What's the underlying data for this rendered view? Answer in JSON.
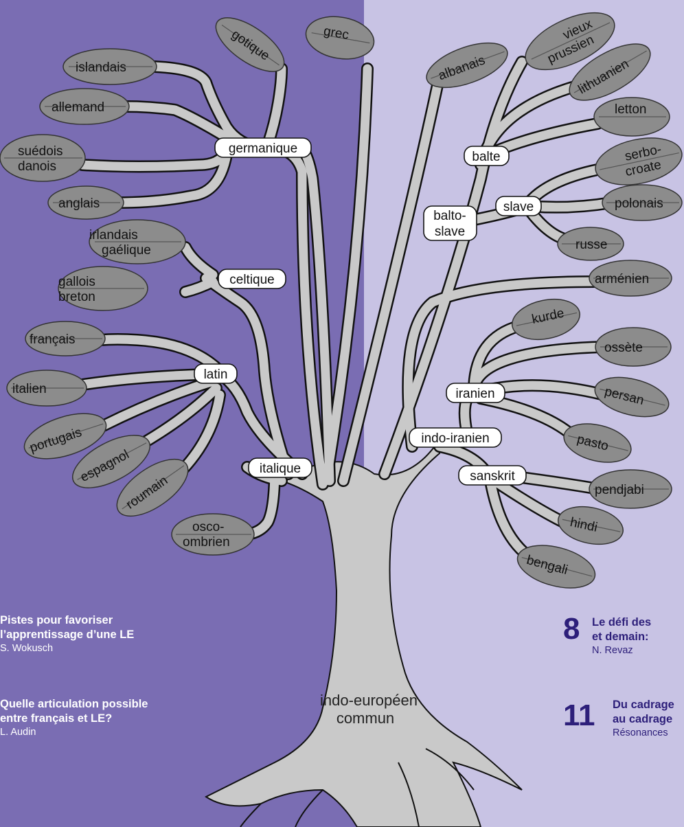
{
  "tree": {
    "root_label": [
      "indo-européen",
      "commun"
    ],
    "nodes": {
      "germanique": "germanique",
      "celtique": "celtique",
      "latin": "latin",
      "italique": "italique",
      "balte": "balte",
      "balto_slave": [
        "balto-",
        "slave"
      ],
      "slave": "slave",
      "iranien": "iranien",
      "indo_iranien": "indo-iranien",
      "sanskrit": "sanskrit"
    },
    "leaves": {
      "gotique": "gotique",
      "grec": "grec",
      "islandais": "islandais",
      "allemand": "allemand",
      "suedois_danois": [
        "suédois",
        "danois"
      ],
      "anglais": "anglais",
      "irlandais_gaelique": [
        "irlandais",
        "gaélique"
      ],
      "gallois_breton": [
        "gallois",
        "breton"
      ],
      "francais": "français",
      "italien": "italien",
      "portugais": "portugais",
      "espagnol": "espagnol",
      "roumain": "roumain",
      "osco_ombrien": [
        "osco-",
        "ombrien"
      ],
      "albanais": "albanais",
      "vieux_prussien": [
        "vieux",
        "prussien"
      ],
      "lithuanien": "lithuanien",
      "letton": "letton",
      "serbo_croate": [
        "serbo-",
        "croate"
      ],
      "polonais": "polonais",
      "russe": "russe",
      "armenien": "arménien",
      "kurde": "kurde",
      "ossete": "ossète",
      "persan": "persan",
      "pasto": "pasto",
      "pendjabi": "pendjabi",
      "hindi": "hindi",
      "bengali": "bengali"
    }
  },
  "articles_left": [
    {
      "title_line1": "Pistes pour favoriser",
      "title_line2": "l’apprentissage d’une LE",
      "author": "S. Wokusch"
    },
    {
      "title_line1": "Quelle articulation possible",
      "title_line2": "entre français et LE?",
      "author": "L. Audin"
    }
  ],
  "articles_right": [
    {
      "number": "8",
      "title_line1": "Le défi des",
      "title_line2": "et demain:",
      "author": "N. Revaz"
    },
    {
      "number": "11",
      "title_line1": "Du cadrage",
      "title_line2": "au cadrage",
      "author": "Résonances"
    }
  ],
  "colors": {
    "left_background": "#7a6db3",
    "right_background": "#c8c3e4",
    "branch": "#c9c9c9",
    "leaf": "#8c8c8c",
    "right_text": "#2d1f7a"
  }
}
